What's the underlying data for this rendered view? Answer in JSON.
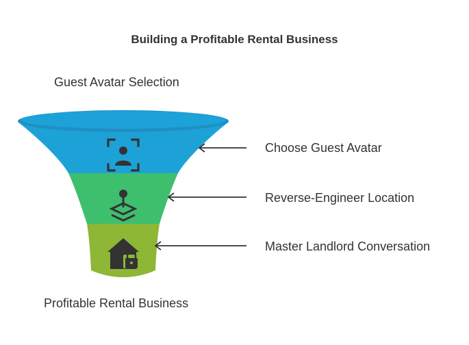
{
  "title": "Building a Profitable Rental Business",
  "top_label": "Guest Avatar Selection",
  "bottom_label": "Profitable Rental Business",
  "stages": [
    {
      "label": "Choose Guest Avatar",
      "color": "#1da2d8",
      "icon": "user-focus-icon"
    },
    {
      "label": "Reverse-Engineer Location",
      "color": "#3ebf6e",
      "icon": "location-pin-icon"
    },
    {
      "label": "Master Landlord Conversation",
      "color": "#8db735",
      "icon": "house-lock-icon"
    }
  ],
  "funnel_rim_color": "#1e8fc4",
  "icon_color": "#333333",
  "arrow_color": "#333333"
}
